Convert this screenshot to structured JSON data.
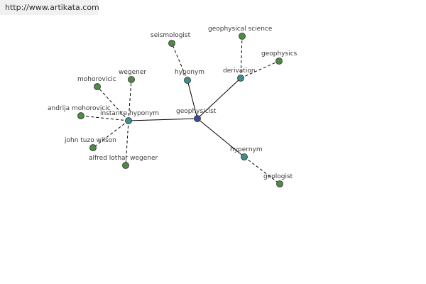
{
  "header": {
    "url": "http://www.artikata.com"
  },
  "colors": {
    "center": "#3b4a9a",
    "relation": "#3f8e8e",
    "leaf": "#4f8a45"
  },
  "graph": {
    "nodes": [
      {
        "id": "geophysicist",
        "label": "geophysicist",
        "kind": "center"
      },
      {
        "id": "hyponym",
        "label": "hyponym",
        "kind": "relation"
      },
      {
        "id": "derivation",
        "label": "derivation",
        "kind": "relation"
      },
      {
        "id": "instance-hyponym",
        "label": "instance hyponym",
        "kind": "relation"
      },
      {
        "id": "hypernym",
        "label": "hypernym",
        "kind": "relation"
      },
      {
        "id": "seismologist",
        "label": "seismologist",
        "kind": "leaf"
      },
      {
        "id": "geophysical-science",
        "label": "geophysical science",
        "kind": "leaf"
      },
      {
        "id": "geophysics",
        "label": "geophysics",
        "kind": "leaf"
      },
      {
        "id": "wegener",
        "label": "wegener",
        "kind": "leaf"
      },
      {
        "id": "mohorovicic",
        "label": "mohorovicic",
        "kind": "leaf"
      },
      {
        "id": "andrija-mohorovicic",
        "label": "andrija mohorovicic",
        "kind": "leaf"
      },
      {
        "id": "john-tuzo-wilson",
        "label": "john tuzo wilson",
        "kind": "leaf"
      },
      {
        "id": "alfred-lothar-wegener",
        "label": "alfred lothar wegener",
        "kind": "leaf"
      },
      {
        "id": "geologist",
        "label": "geologist",
        "kind": "leaf"
      }
    ],
    "edges": [
      {
        "from": "geophysicist",
        "to": "hyponym",
        "style": "solid"
      },
      {
        "from": "geophysicist",
        "to": "derivation",
        "style": "solid"
      },
      {
        "from": "geophysicist",
        "to": "instance-hyponym",
        "style": "solid"
      },
      {
        "from": "geophysicist",
        "to": "hypernym",
        "style": "solid"
      },
      {
        "from": "hyponym",
        "to": "seismologist",
        "style": "dashed"
      },
      {
        "from": "derivation",
        "to": "geophysical-science",
        "style": "dashed"
      },
      {
        "from": "derivation",
        "to": "geophysics",
        "style": "dashed"
      },
      {
        "from": "instance-hyponym",
        "to": "wegener",
        "style": "dashed"
      },
      {
        "from": "instance-hyponym",
        "to": "mohorovicic",
        "style": "dashed"
      },
      {
        "from": "instance-hyponym",
        "to": "andrija-mohorovicic",
        "style": "dashed"
      },
      {
        "from": "instance-hyponym",
        "to": "john-tuzo-wilson",
        "style": "dashed"
      },
      {
        "from": "instance-hyponym",
        "to": "alfred-lothar-wegener",
        "style": "dashed"
      },
      {
        "from": "hypernym",
        "to": "geologist",
        "style": "dashed"
      }
    ]
  }
}
